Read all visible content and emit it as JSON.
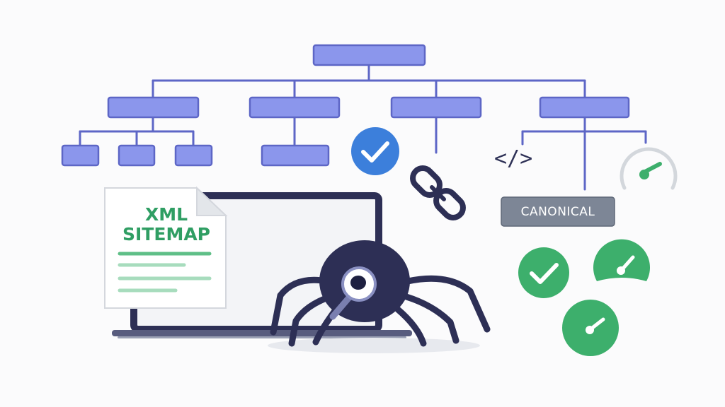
{
  "colors": {
    "node_fill": "#8b96ec",
    "node_stroke": "#5d66c6",
    "line": "#5d66c6",
    "dark": "#2d2f55",
    "green": "#3daf6c",
    "blue": "#3c7fdb",
    "badge": "#7d8696",
    "doc_text": "#2f9e63"
  },
  "sitemap_doc": {
    "line1": "XML",
    "line2": "SITEMAP"
  },
  "canonical_tag": {
    "label": "CANONICAL"
  },
  "code_symbol": {
    "text": "</>"
  },
  "icons": [
    "blue-check-icon",
    "chain-link-icon",
    "code-icon",
    "speedometer-icon",
    "green-check-icon",
    "spider-crawler-icon",
    "magnifier-icon",
    "laptop-icon",
    "document-icon"
  ]
}
